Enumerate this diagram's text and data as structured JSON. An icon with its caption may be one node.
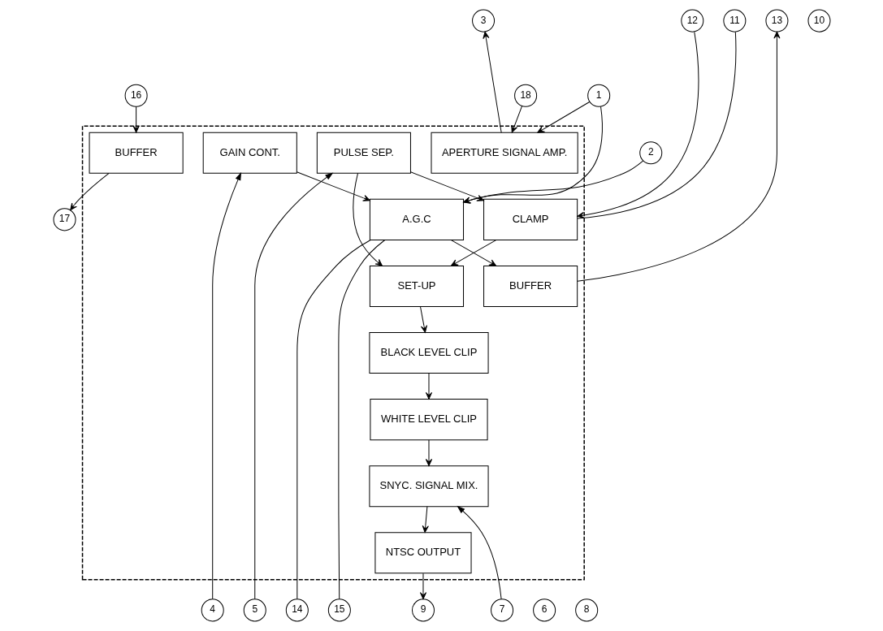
{
  "diagram": {
    "nodes": [
      {
        "text": [],
        "shape": "box"
      },
      {
        "text": [
          "3"
        ]
      },
      {
        "text": [
          "13"
        ]
      },
      {
        "text": [
          "12"
        ]
      },
      {
        "text": [
          "11"
        ]
      },
      {
        "text": [
          "10"
        ]
      },
      {
        "text": [
          "16"
        ]
      },
      {
        "text": [
          "BUFFER"
        ],
        "in": 0
      },
      {
        "text": [
          "BUFFER"
        ],
        "in": 0
      },
      {
        "text": [
          "CLAMP"
        ],
        "in": 0
      },
      {
        "text": [
          "SET-UP"
        ],
        "in": 0
      },
      {
        "text": [
          "17"
        ]
      },
      {
        "text": [
          "18"
        ]
      },
      {
        "text": [
          "APERTURE SIGNAL AMP."
        ],
        "in": 0
      },
      {
        "text": [
          "PULSE SEP."
        ],
        "in": 0
      },
      {
        "text": [
          "BLACK LEVEL CLIP"
        ],
        "in": 0
      },
      {
        "text": [
          "1"
        ]
      },
      {
        "text": [
          "WHITE LEVEL CLIP"
        ],
        "in": 0
      },
      {
        "text": [
          "2"
        ]
      },
      {
        "text": [
          "A.G.C"
        ],
        "in": 0
      },
      {
        "text": [
          "SNYC. SIGNAL MIX."
        ],
        "in": 0
      },
      {
        "text": [
          "GAIN CONT."
        ],
        "in": 0
      },
      {
        "text": [
          "NTSC OUTPUT"
        ],
        "in": 0
      },
      {
        "text": [
          "9"
        ]
      },
      {
        "text": [
          "14"
        ]
      },
      {
        "text": [
          "15"
        ]
      },
      {
        "text": [
          "4"
        ]
      },
      {
        "text": [
          "5"
        ]
      },
      {
        "text": [
          "7"
        ]
      },
      {
        "text": [
          "6"
        ]
      },
      {
        "text": [
          "8"
        ]
      }
    ],
    "edges": [
      {
        "from": 6,
        "to": 7,
        "arrow": "to"
      },
      {
        "from": 7,
        "to": 11,
        "arrow": "to"
      },
      {
        "from": 12,
        "to": 13,
        "arrow": "to"
      },
      {
        "from": 13,
        "to": 1,
        "arrow": "to"
      },
      {
        "from": 8,
        "to": 2,
        "arrow": "to"
      },
      {
        "from": 19,
        "to": 8,
        "arrow": "to"
      },
      {
        "from": 3,
        "to": 9,
        "arrow": "to"
      },
      {
        "from": 4,
        "to": 9,
        "arrow": "none"
      },
      {
        "from": 9,
        "to": 10,
        "arrow": "to"
      },
      {
        "from": 14,
        "to": 9,
        "arrow": "to"
      },
      {
        "from": 14,
        "to": 10,
        "arrow": "to"
      },
      {
        "from": 10,
        "to": 15,
        "arrow": "to"
      },
      {
        "from": 15,
        "to": 17,
        "arrow": "to"
      },
      {
        "from": 17,
        "to": 20,
        "arrow": "to"
      },
      {
        "from": 20,
        "to": 22,
        "arrow": "to"
      },
      {
        "from": 22,
        "to": 23,
        "arrow": "to"
      },
      {
        "from": 16,
        "to": 13,
        "arrow": "to"
      },
      {
        "from": 16,
        "to": 19,
        "arrow": "to"
      },
      {
        "from": 18,
        "to": 19,
        "arrow": "to"
      },
      {
        "from": 24,
        "to": 19,
        "arrow": "none"
      },
      {
        "from": 25,
        "to": 19,
        "arrow": "none"
      },
      {
        "from": 21,
        "to": 19,
        "arrow": "to"
      },
      {
        "from": 26,
        "to": 21,
        "arrow": "to"
      },
      {
        "from": 27,
        "to": 14,
        "arrow": "to"
      },
      {
        "from": 28,
        "to": 20,
        "arrow": "to"
      }
    ]
  }
}
